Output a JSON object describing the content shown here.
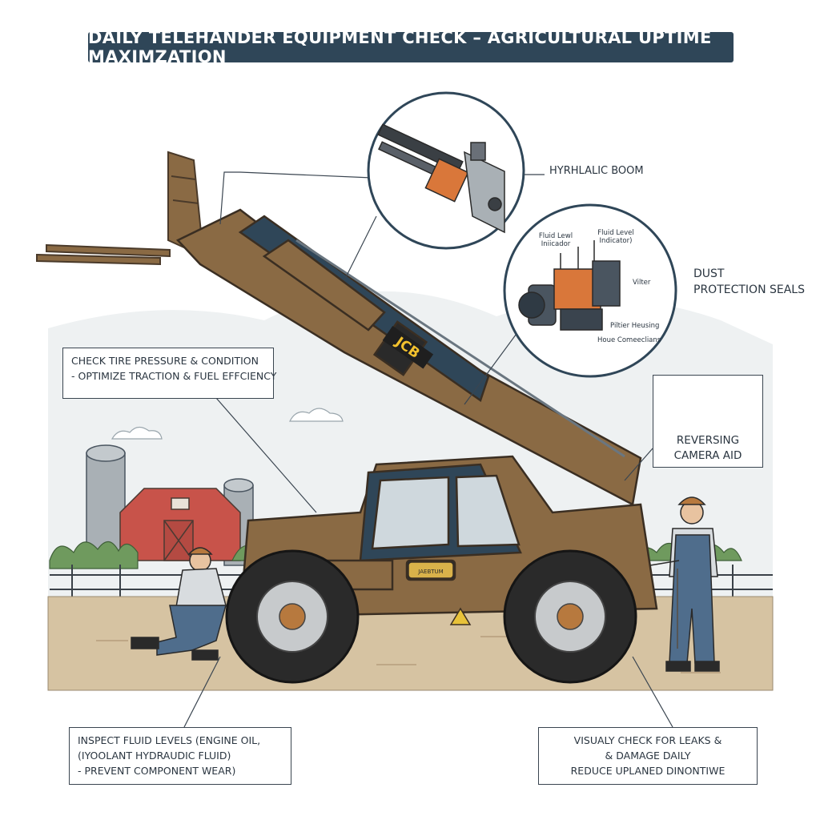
{
  "title": "DAILY TELEHANDER EQUIPMENT CHECK – AGRICULTURAL UPTIME MAXIMZATION",
  "labels": {
    "hydraulic_boom": "HYRHLALIC BOOM",
    "dust_seals": [
      "DUST",
      "PROTECTION SEALS"
    ],
    "fluid_level_left": [
      "Fluid Lewl",
      "Iniicador"
    ],
    "fluid_level_right": [
      "Fluid Level",
      "Indicator)"
    ],
    "filter": "Vilter",
    "filter_housing": "Piltier Heusing",
    "hose_connections": "Houe Comeeclians"
  },
  "callouts": {
    "tire": [
      "CHECK TIRE PRESSURE & CONDITION",
      "- OPTIMIZE TRACTION & FUEL EFFCIENCY"
    ],
    "camera": [
      "REVERSING",
      "CAMERA AID"
    ],
    "fluids": [
      "INSPECT FLUID LEVELS (ENGINE OIL,",
      "(IYOOLANT HYDRAUDIC FLUID)",
      "- PREVENT COMPONENT WEAR)"
    ],
    "leaks": [
      "VISUALY CHECK FOR LEAKS &",
      "& DAMAGE DAILY",
      "REDUCE UPLANED DINONTIWE"
    ]
  },
  "machine": {
    "brand": "JCB",
    "door_badge": "JAEBTUM"
  },
  "colors": {
    "title_bg": "#2f4658",
    "machine_body": "#8a6a44",
    "boom_inner": "#2f4658",
    "accent_orange": "#d9773a",
    "barn_red": "#c8534a",
    "ground": "#d6c3a2",
    "hedge": "#5f8f54"
  }
}
